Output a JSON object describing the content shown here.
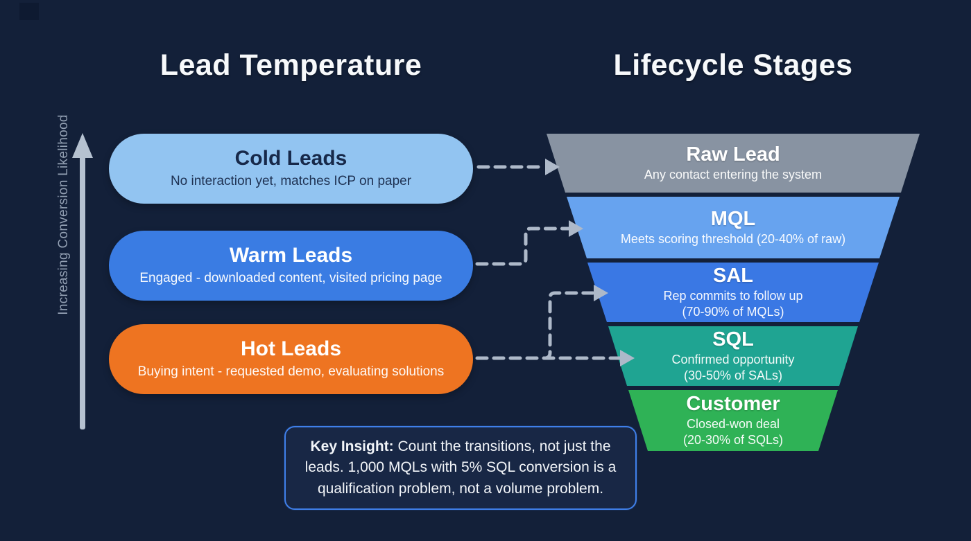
{
  "background_color": "#132039",
  "titles": {
    "left": "Lead Temperature",
    "right": "Lifecycle Stages"
  },
  "axis": {
    "label": "Increasing Conversion Likelihood",
    "arrow_color": "#b5c1d0",
    "label_color": "#93a0b3"
  },
  "lead_temperature": {
    "items": [
      {
        "title": "Cold Leads",
        "subtitle": "No interaction yet, matches ICP on paper",
        "color": "#92c4f1"
      },
      {
        "title": "Warm Leads",
        "subtitle": "Engaged - downloaded content, visited pricing page",
        "color": "#3a7ce3"
      },
      {
        "title": "Hot Leads",
        "subtitle": "Buying intent - requested demo, evaluating solutions",
        "color": "#ee7421"
      }
    ]
  },
  "funnel": {
    "stages": [
      {
        "title": "Raw Lead",
        "lines": [
          "Any contact entering the system"
        ],
        "color": "#8893a2"
      },
      {
        "title": "MQL",
        "lines": [
          "Meets scoring threshold (20-40% of raw)"
        ],
        "color": "#67a3ef"
      },
      {
        "title": "SAL",
        "lines": [
          "Rep commits to follow up",
          "(70-90% of MQLs)"
        ],
        "color": "#3a78e4"
      },
      {
        "title": "SQL",
        "lines": [
          "Confirmed opportunity",
          "(30-50% of SALs)"
        ],
        "color": "#1fa492"
      },
      {
        "title": "Customer",
        "lines": [
          "Closed-won deal",
          "(20-30% of SQLs)"
        ],
        "color": "#2fb256"
      }
    ]
  },
  "connectors": {
    "color": "#aeb9c9"
  },
  "insight": {
    "label": "Key Insight:",
    "text": " Count the transitions, not just the leads. 1,000 MQLs with 5% SQL conversion is a qualification problem, not a volume problem.",
    "border_color": "#3f7fe9"
  }
}
